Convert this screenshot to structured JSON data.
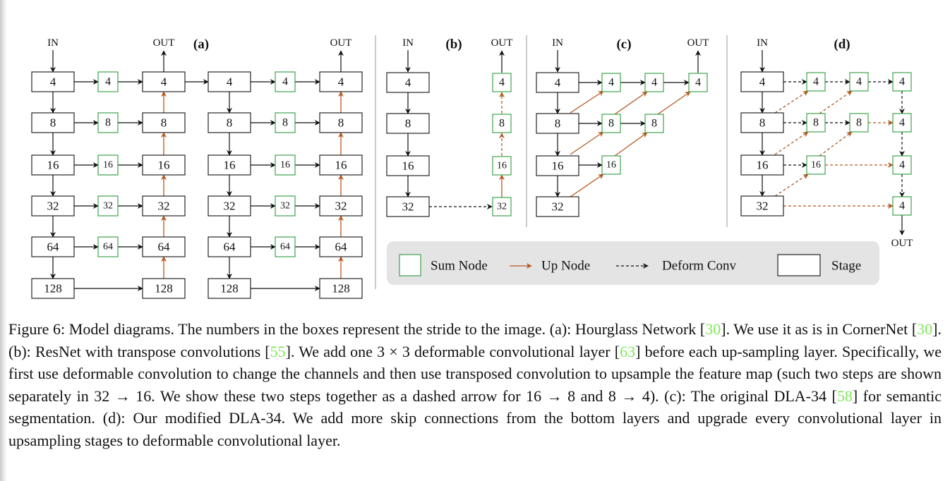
{
  "figure": {
    "panel_labels": [
      "(a)",
      "(b)",
      "(c)",
      "(d)"
    ],
    "in_label": "IN",
    "out_label": "OUT",
    "hourglass": {
      "stages": [
        "4",
        "8",
        "16",
        "32",
        "64",
        "128"
      ],
      "sums": [
        "4",
        "8",
        "16",
        "32",
        "64"
      ]
    },
    "resnet": {
      "stages": [
        "4",
        "8",
        "16",
        "32"
      ],
      "sums": [
        "4",
        "8",
        "16",
        "32"
      ]
    },
    "dla34": {
      "stages": [
        "4",
        "8",
        "16",
        "32"
      ],
      "sums_row4": [
        "4",
        "4",
        "4"
      ],
      "sums_row8": [
        "8",
        "8"
      ],
      "sums_row16": [
        "16"
      ]
    },
    "modified_dla": {
      "stages": [
        "4",
        "8",
        "16",
        "32"
      ],
      "sums_row4": [
        "4",
        "4"
      ],
      "sums_row8": [
        "8",
        "8"
      ],
      "sums_row16": [
        "16"
      ],
      "final_sums": [
        "4",
        "4",
        "4",
        "4"
      ]
    },
    "legend": {
      "sum_node": "Sum Node",
      "up_node": "Up Node",
      "deform_conv": "Deform Conv",
      "stage": "Stage"
    },
    "colors": {
      "sum_node_border": "#2e9a3e",
      "up_arrow": "#b5581f",
      "stage_border": "#111111",
      "legend_bg": "#e4e4e4",
      "reference_link": "#7ee85a"
    }
  },
  "caption": {
    "p1": "Figure 6: Model diagrams. The numbers in the boxes represent the stride to the image. (a): Hourglass Network [",
    "r1": "30",
    "p2": "]. We use it as is in CornerNet [",
    "r2": "30",
    "p3": "]. (b): ResNet with transpose convolutions [",
    "r3": "55",
    "p4": "]. We add one 3 × 3 deformable convolutional layer [",
    "r4": "63",
    "p5": "] before each up-sampling layer. Specifically, we first use deformable convolution to change the channels and then use transposed convolution to upsample the feature map (such two steps are shown separately in 32 → 16. We show these two steps together as a dashed arrow for 16 → 8 and 8 → 4). (c): The original DLA-34 [",
    "r5": "58",
    "p6": "] for semantic segmentation. (d): Our modified DLA-34. We add more skip connections from the bottom layers and upgrade every convolutional layer in upsampling stages to deformable convolutional layer."
  }
}
